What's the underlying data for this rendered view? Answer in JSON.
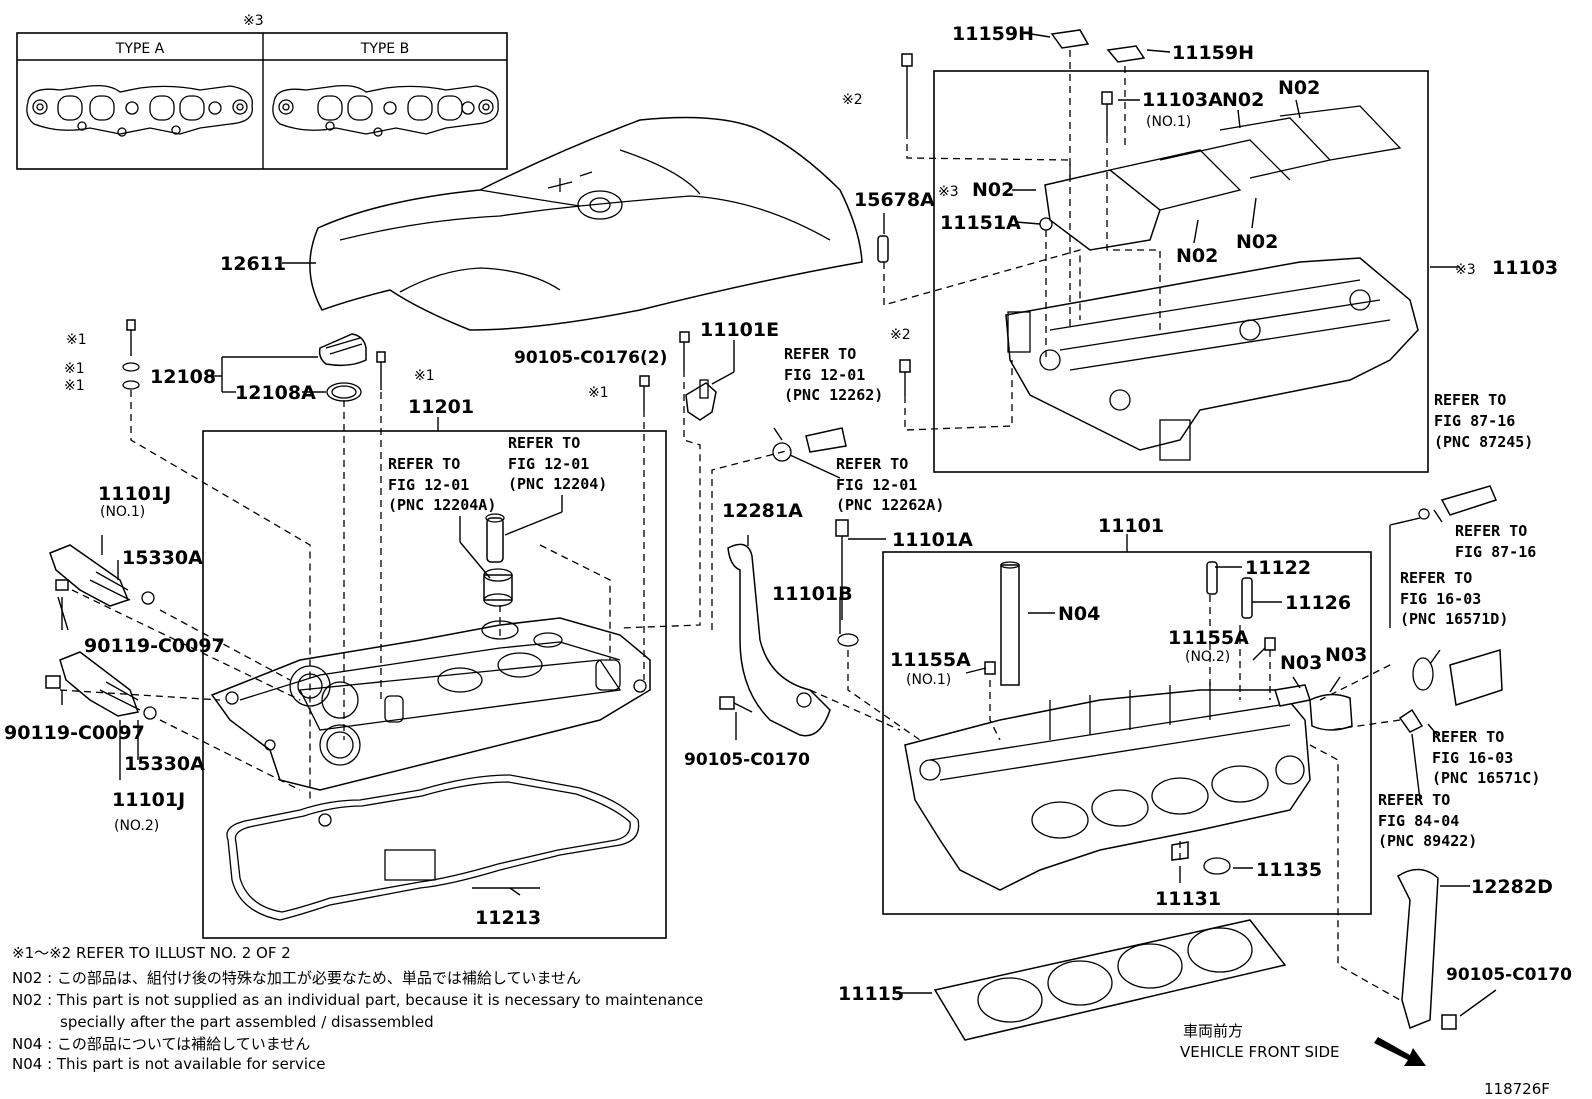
{
  "figure_id": "118726F",
  "inset": {
    "mark": "※3",
    "type_a": "TYPE A",
    "type_b": "TYPE B"
  },
  "parts": {
    "p12611": "12611",
    "p12108": "12108",
    "p12108A": "12108A",
    "p11201": "11201",
    "p11213": "11213",
    "p11101J_1": "11101J",
    "p11101J_1_sub": "(NO.1)",
    "p15330A_1": "15330A",
    "p90119_1": "90119-C0097",
    "p90119_2": "90119-C0097",
    "p15330A_2": "15330A",
    "p11101J_2": "11101J",
    "p11101J_2_sub": "(NO.2)",
    "p90105_C0176": "90105-C0176(2)",
    "p11101E": "11101E",
    "p12281A": "12281A",
    "p11101B": "11101B",
    "p11101A": "11101A",
    "p90105_C0170_a": "90105-C0170",
    "p11101": "11101",
    "pN04": "N04",
    "p11122": "11122",
    "p11126": "11126",
    "p11155A_2": "11155A",
    "p11155A_2_sub": "(NO.2)",
    "p11155A_1": "11155A",
    "p11155A_1_sub": "(NO.1)",
    "pN03_a": "N03",
    "pN03_b": "N03",
    "p11135": "11135",
    "p11131": "11131",
    "p11115": "11115",
    "p12282D": "12282D",
    "p90105_C0170_b": "90105-C0170",
    "p11159H_a": "11159H",
    "p11159H_b": "11159H",
    "p11103A": "11103A",
    "p11103A_sub": "(NO.1)",
    "pN02_a": "N02",
    "pN02_b": "N02",
    "pN02_c": "N02",
    "pN02_d": "N02",
    "pN02_e": "N02",
    "p11151A": "11151A",
    "p15678A": "15678A",
    "p11103": "11103"
  },
  "marks": {
    "m1_a": "※1",
    "m1_b": "※1",
    "m1_c": "※1",
    "m1_d": "※1",
    "m1_e": "※1",
    "m2_a": "※2",
    "m2_b": "※2",
    "m3_a": "※3",
    "m3_b": "※3"
  },
  "refs": {
    "r1": [
      "REFER TO",
      "FIG 12-01",
      "(PNC 12204A)"
    ],
    "r2": [
      "REFER TO",
      "FIG 12-01",
      "(PNC 12204)"
    ],
    "r3": [
      "REFER TO",
      "FIG 12-01",
      "(PNC 12262)"
    ],
    "r4": [
      "REFER TO",
      "FIG 12-01",
      "(PNC 12262A)"
    ],
    "r5": [
      "REFER TO",
      "FIG 87-16",
      "(PNC 87245)"
    ],
    "r6": [
      "REFER TO",
      "FIG 87-16"
    ],
    "r7": [
      "REFER TO",
      "FIG 16-03",
      "(PNC 16571D)"
    ],
    "r8": [
      "REFER TO",
      "FIG 16-03",
      "(PNC 16571C)"
    ],
    "r9": [
      "REFER TO",
      "FIG 84-04",
      "(PNC 89422)"
    ]
  },
  "notes": {
    "n1": "※1～※2  REFER TO ILLUST NO. 2 OF 2",
    "n2": "N02 : この部品は、組付け後の特殊な加工が必要なため、単品では補給していません",
    "n3": "N02 : This part is not supplied as an individual part, because it is necessary to maintenance",
    "n4": "specially after the part assembled / disassembled",
    "n5": "N04 : この部品については補給していません",
    "n6": "N04 : This part is not available for service"
  },
  "direction": {
    "jp": "車両前方",
    "en": "VEHICLE FRONT SIDE"
  }
}
